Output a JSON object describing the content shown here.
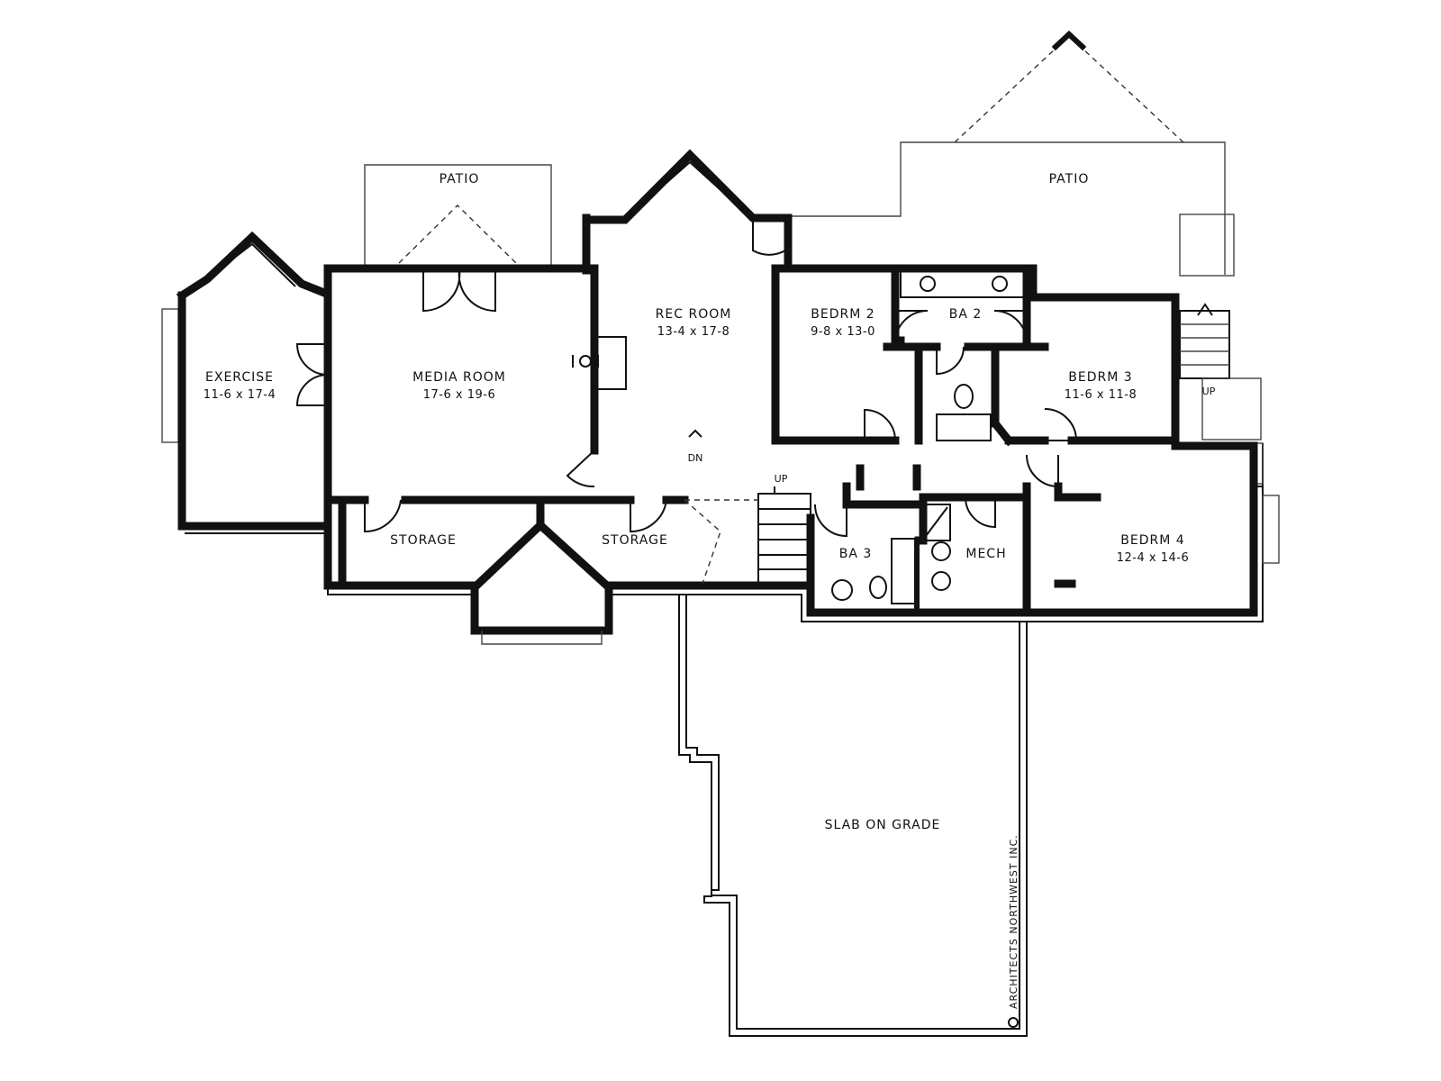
{
  "rooms": {
    "patio_left": {
      "name": "PATIO"
    },
    "patio_right": {
      "name": "PATIO"
    },
    "exercise": {
      "name": "EXERCISE",
      "size": "11-6 x 17-4"
    },
    "media": {
      "name": "MEDIA ROOM",
      "size": "17-6 x 19-6"
    },
    "rec": {
      "name": "REC ROOM",
      "size": "13-4 x 17-8"
    },
    "bedrm2": {
      "name": "BEDRM 2",
      "size": "9-8 x 13-0"
    },
    "ba2": {
      "name": "BA 2"
    },
    "bedrm3": {
      "name": "BEDRM 3",
      "size": "11-6 x 11-8"
    },
    "storage_left": {
      "name": "STORAGE"
    },
    "storage_right": {
      "name": "STORAGE"
    },
    "ba3": {
      "name": "BA 3"
    },
    "mech": {
      "name": "MECH"
    },
    "bedrm4": {
      "name": "BEDRM 4",
      "size": "12-4 x 14-6"
    },
    "slab": {
      "name": "SLAB ON GRADE"
    }
  },
  "stairs": {
    "dn": "DN",
    "up_main": "UP",
    "up_exterior": "UP"
  },
  "credit": "ARCHITECTS NORTHWEST INC."
}
